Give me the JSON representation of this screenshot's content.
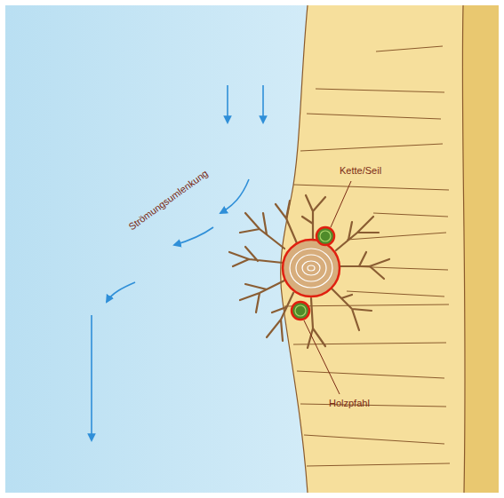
{
  "diagram": {
    "labels": [
      "Kette/Seil",
      "Strömungsumlenkung",
      "Holzpfahl"
    ]
  }
}
